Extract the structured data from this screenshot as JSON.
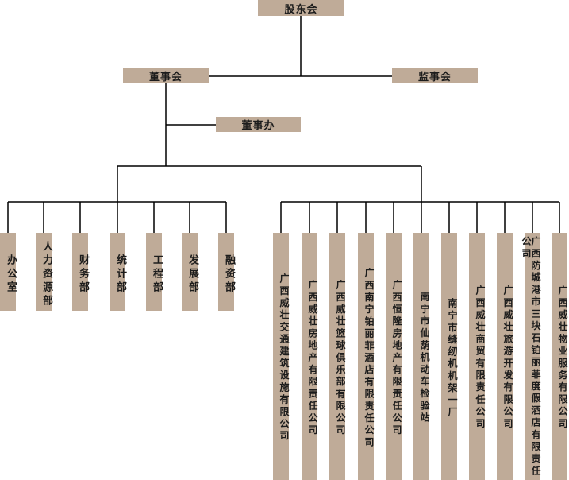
{
  "top": {
    "shareholders": "股东会",
    "board": "董事会",
    "supervisors": "监事会",
    "board_office": "董事办"
  },
  "departments": [
    "办公室",
    "人力资源部",
    "财务部",
    "统计部",
    "工程部",
    "发展部",
    "融资部"
  ],
  "companies": [
    "广西威壮交通建筑设施有限公司",
    "广西威壮房地产有限责任公司",
    "广西威壮篮球俱乐部有限公司",
    "广西南宁铂丽菲酒店有限责任公司",
    "广西恒隆房地产有限责任公司",
    "南宁市仙葫机动车检验站",
    "南宁市缝纫机机架一厂",
    "广西威壮商贸有限责任公司",
    "广西威壮旅游开发有限公司",
    "广西防城港市三块石铂丽菲度假酒店有限责任公司",
    "广西威壮物业服务有限公司"
  ],
  "colors": {
    "box": "#bfab98",
    "line": "#000000",
    "text": "#1c1c1c"
  }
}
